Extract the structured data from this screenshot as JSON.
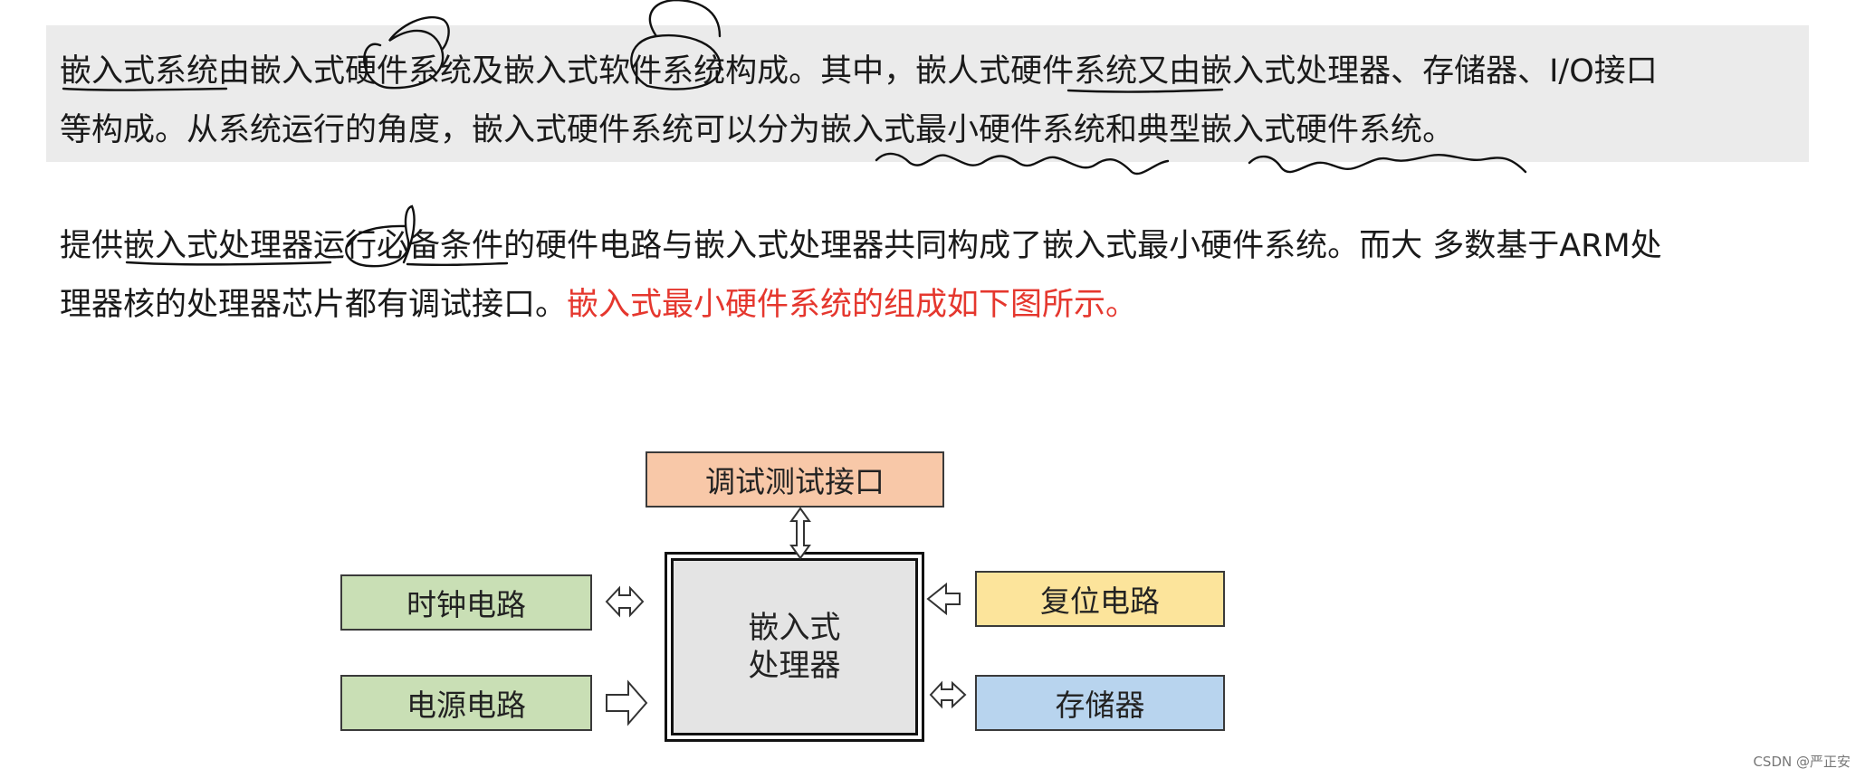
{
  "paragraphs": {
    "line1": {
      "parts": [
        "嵌入式系统",
        "由嵌入式",
        "硬件",
        "系统及嵌入式",
        "软件",
        "系统构成。其中，嵌人式",
        "硬件系统",
        "又由嵌入式处理器、存储器、I/O接口"
      ]
    },
    "line2": {
      "parts": [
        "等构成。从系统运行的角度，嵌入式硬件系统可以分为",
        "嵌入式最小硬件系统",
        "和",
        "典型嵌入式硬件系统",
        "。"
      ]
    },
    "line3": {
      "parts": [
        "提供",
        "嵌入式处理器",
        "运行",
        "必备条件",
        "的硬件电路与嵌入式处理器共同构成了嵌入式最小硬件系统。而大 多数基于ARM处"
      ]
    },
    "line4": {
      "text": "理器核的处理器芯片都有调试接口。",
      "highlight": "嵌入式最小硬件系统的组成如下图所示。"
    }
  },
  "diagram": {
    "debug_interface": "调试测试接口",
    "cpu_line1": "嵌入式",
    "cpu_line2": "处理器",
    "clock": "时钟电路",
    "power": "电源电路",
    "reset": "复位电路",
    "memory": "存储器"
  },
  "colors": {
    "highlight_text": "#e5372e",
    "debug_box": "#f8c8a8",
    "green_box": "#c9dfb5",
    "reset_box": "#fce49b",
    "memory_box": "#b8d4ee",
    "cpu_box": "#e4e4e4"
  },
  "watermark": "CSDN @严正安"
}
